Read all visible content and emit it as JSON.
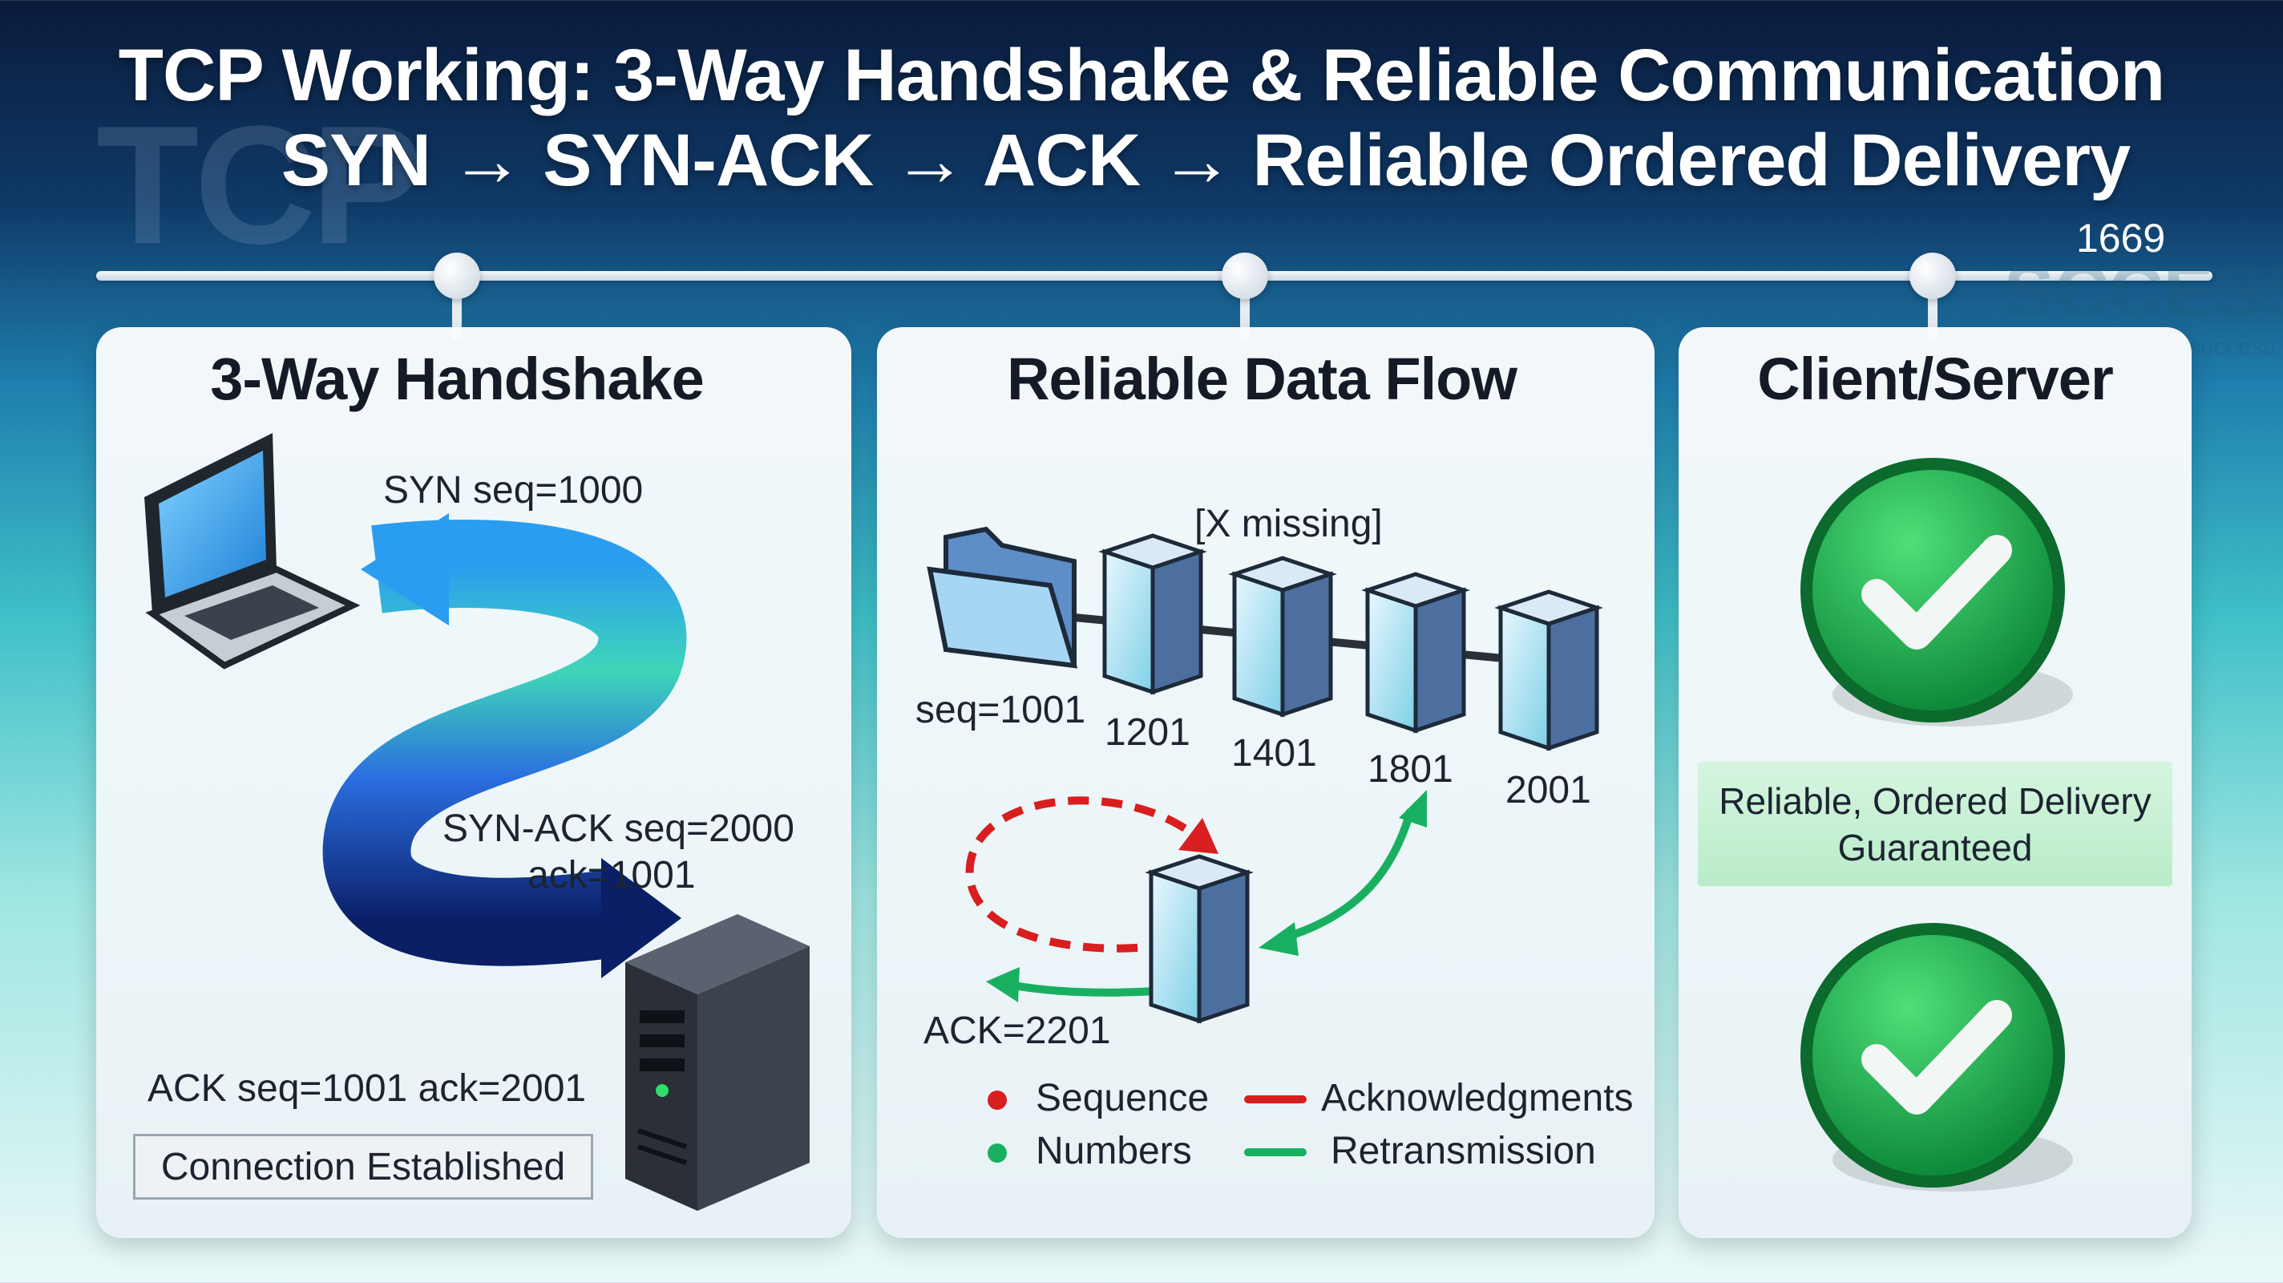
{
  "header": {
    "title": "TCP Working: 3-Way Handshake & Reliable Communication",
    "subtitle": "SYN → SYN-ACK → ACK → Reliable Ordered Delivery",
    "watermark": "TCP",
    "counter": "1669",
    "ghost_text": "SCCESS",
    "ghost_text_small": "succesa"
  },
  "panels": {
    "handshake": {
      "title": "3-Way Handshake",
      "syn_label": "SYN seq=1000",
      "synack_label_1": "SYN-ACK seq=2000",
      "synack_label_2": "ack=1001",
      "ack_label": "ACK seq=1001 ack=2001",
      "status_box": "Connection Established",
      "client_icon": "laptop-icon",
      "server_icon": "server-tower-icon"
    },
    "dataflow": {
      "title": "Reliable Data Flow",
      "missing_label": "[X missing]",
      "segments": [
        "seq=1001",
        "1201",
        "1401",
        "1801",
        "2001"
      ],
      "ack_label": "ACK=2201",
      "legend": {
        "dot_red_label": "Sequence",
        "dot_green_label": "Numbers",
        "line_red_label": "Acknowledgments",
        "line_green_label": "Retransmission"
      },
      "colors": {
        "red": "#d81e1e",
        "green": "#18b060",
        "segment": "#b7e6f2"
      }
    },
    "clientserver": {
      "title": "Client/Server",
      "message_line_1": "Reliable, Ordered Delivery",
      "message_line_2": "Guaranteed",
      "check_icon": "check-circle-icon"
    }
  }
}
